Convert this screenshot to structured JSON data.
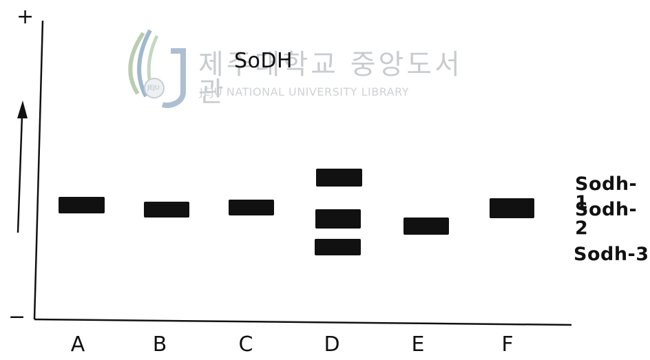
{
  "diagram": {
    "title": "SoDH",
    "axis": {
      "plus_label": "+",
      "minus_label": "−"
    },
    "lanes": [
      {
        "label": "A",
        "bands": [
          "Sodh-2"
        ]
      },
      {
        "label": "B",
        "bands": [
          "Sodh-2"
        ]
      },
      {
        "label": "C",
        "bands": [
          "Sodh-2"
        ]
      },
      {
        "label": "D",
        "bands": [
          "Sodh-1",
          "Sodh-2",
          "Sodh-3"
        ]
      },
      {
        "label": "E",
        "bands": [
          "Sodh-2"
        ]
      },
      {
        "label": "F",
        "bands": [
          "Sodh-2"
        ]
      }
    ],
    "loci": [
      "Sodh-1",
      "Sodh-2",
      "Sodh-3"
    ],
    "band_color": "#111111"
  },
  "watermark": {
    "korean": "제주대학교 중앙도서관",
    "english": "JEJU NATIONAL UNIVERSITY LIBRARY",
    "seal_text": "JEJU",
    "colors": {
      "blue": "#9fb8cf",
      "green": "#b9cdb1",
      "gray": "#c9cccf"
    }
  }
}
